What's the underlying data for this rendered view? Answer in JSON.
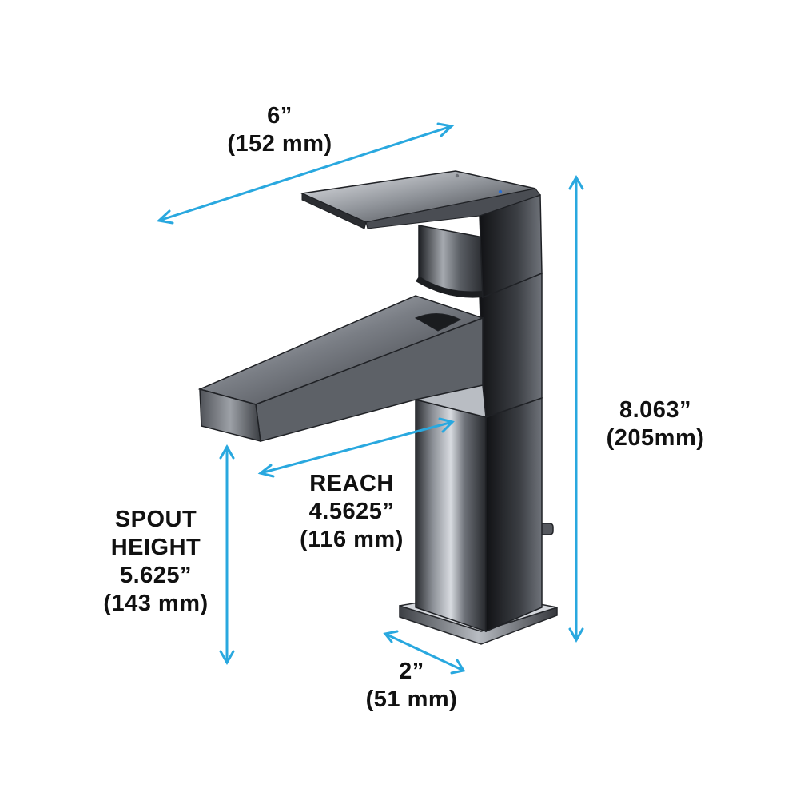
{
  "dimensions": {
    "width": {
      "imperial": "6”",
      "metric": "(152 mm)"
    },
    "height": {
      "imperial": "8.063”",
      "metric": "(205mm)"
    },
    "reach": {
      "title": "REACH",
      "imperial": "4.5625”",
      "metric": "(116 mm)"
    },
    "spout_height": {
      "title_1": "SPOUT",
      "title_2": "HEIGHT",
      "imperial": "5.625”",
      "metric": "(143 mm)"
    },
    "base": {
      "imperial": "2”",
      "metric": "(51 mm)"
    }
  },
  "colors": {
    "dimension_line": "#29a8df",
    "text": "#111111",
    "chrome_dark": "#2b2d31",
    "chrome_light": "#c9ccd1"
  },
  "icons": {
    "arrow": "double-headed-arrow",
    "product": "single-handle-faucet"
  }
}
